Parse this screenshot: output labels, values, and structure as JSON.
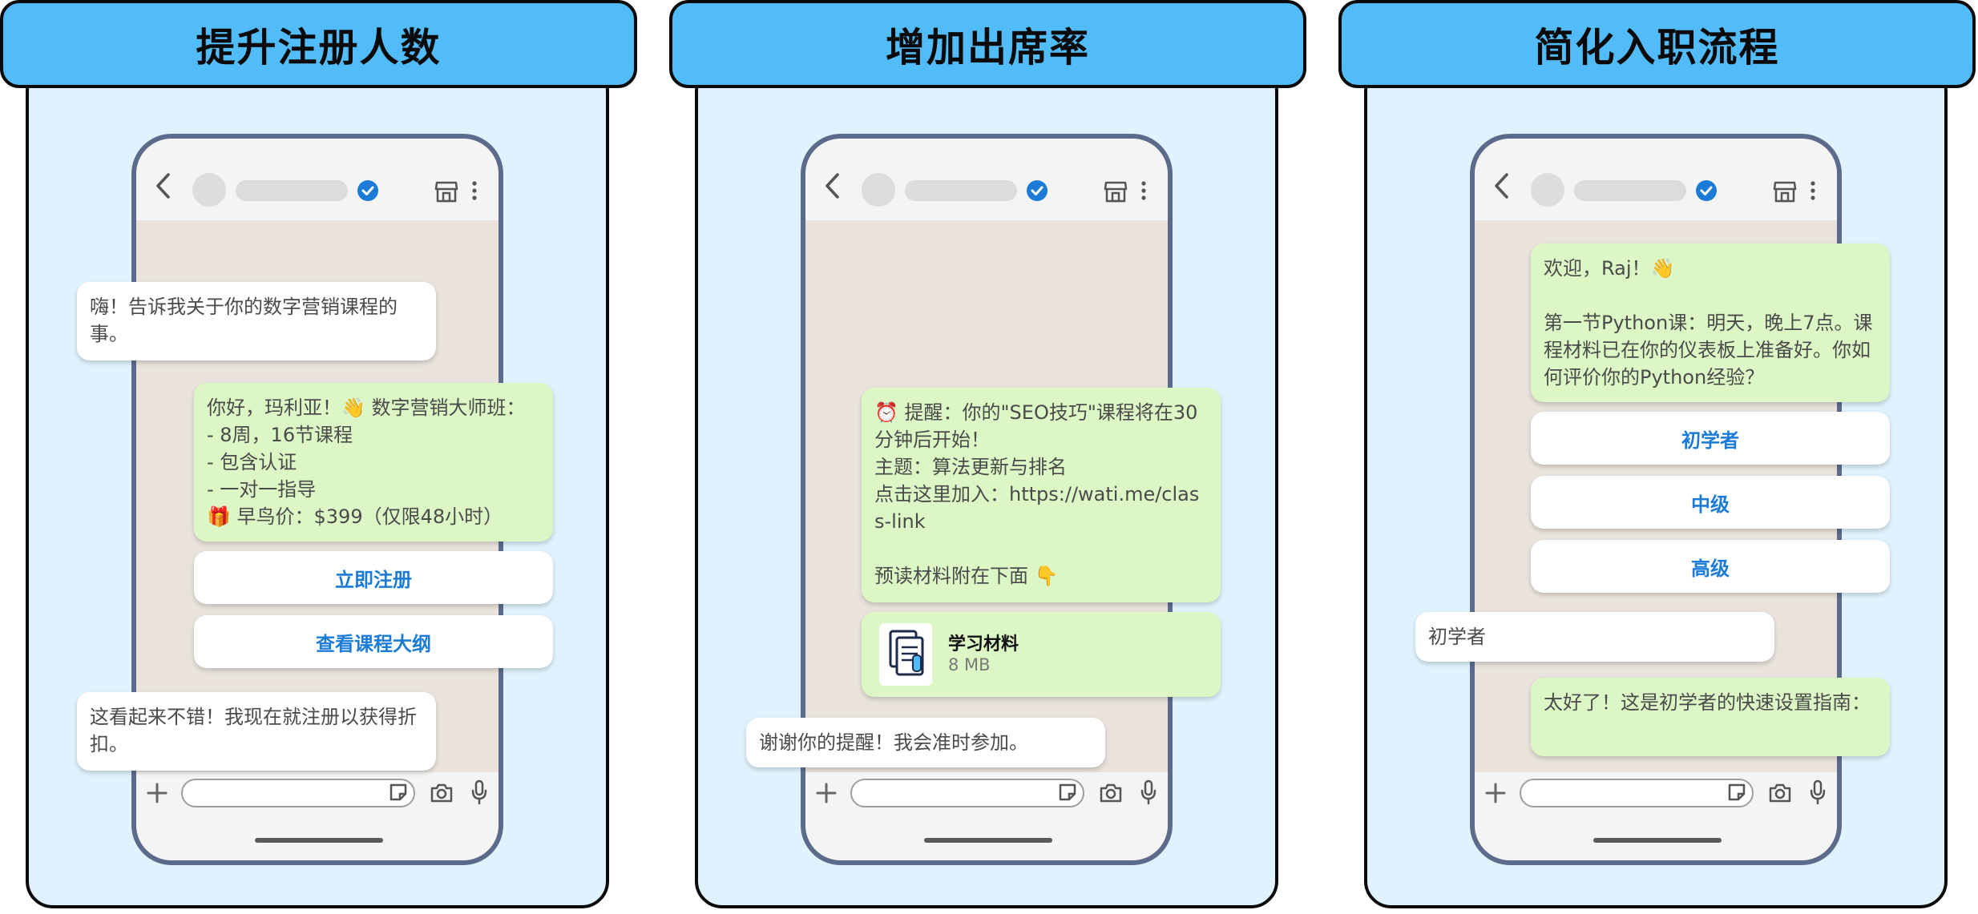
{
  "panels": [
    {
      "title": "提升注册人数",
      "incoming_1": "嗨！告诉我关于你的数字营销课程的事。",
      "outgoing_1": "你好，玛利亚！👋 数字营销大师班：\n- 8周，16节课程\n- 包含认证\n- 一对一指导\n🎁 早鸟价：$399（仅限48小时）",
      "button_1": "立即注册",
      "button_2": "查看课程大纲",
      "incoming_2": "这看起来不错！我现在就注册以获得折扣。"
    },
    {
      "title": "增加出席率",
      "outgoing_1": "⏰ 提醒：你的\"SEO技巧\"课程将在30分钟后开始！\n主题：算法更新与排名\n点击这里加入：https://wati.me/class-link\n\n预读材料附在下面 👇",
      "doc_title": "学习材料",
      "doc_size": "8 MB",
      "incoming_1": "谢谢你的提醒！我会准时参加。"
    },
    {
      "title": "简化入职流程",
      "outgoing_1": "欢迎，Raj！👋\n\n第一节Python课：明天，晚上7点。课程材料已在你的仪表板上准备好。你如何评价你的Python经验？",
      "button_1": "初学者",
      "button_2": "中级",
      "button_3": "高级",
      "incoming_1": "初学者",
      "outgoing_2": "太好了！这是初学者的快速设置指南："
    }
  ],
  "colors": {
    "header_bg": "#52bcf8",
    "panel_bg": "#e0f2fd",
    "bubble_out": "#dcf7c5",
    "bubble_in": "#ffffff",
    "button_text": "#1b7bd6",
    "verified": "#1b7bd6"
  },
  "icons": [
    "back-arrow-icon",
    "verified-badge-icon",
    "store-icon",
    "kebab-menu-icon",
    "plus-icon",
    "sticker-icon",
    "camera-icon",
    "mic-icon",
    "document-icon"
  ]
}
